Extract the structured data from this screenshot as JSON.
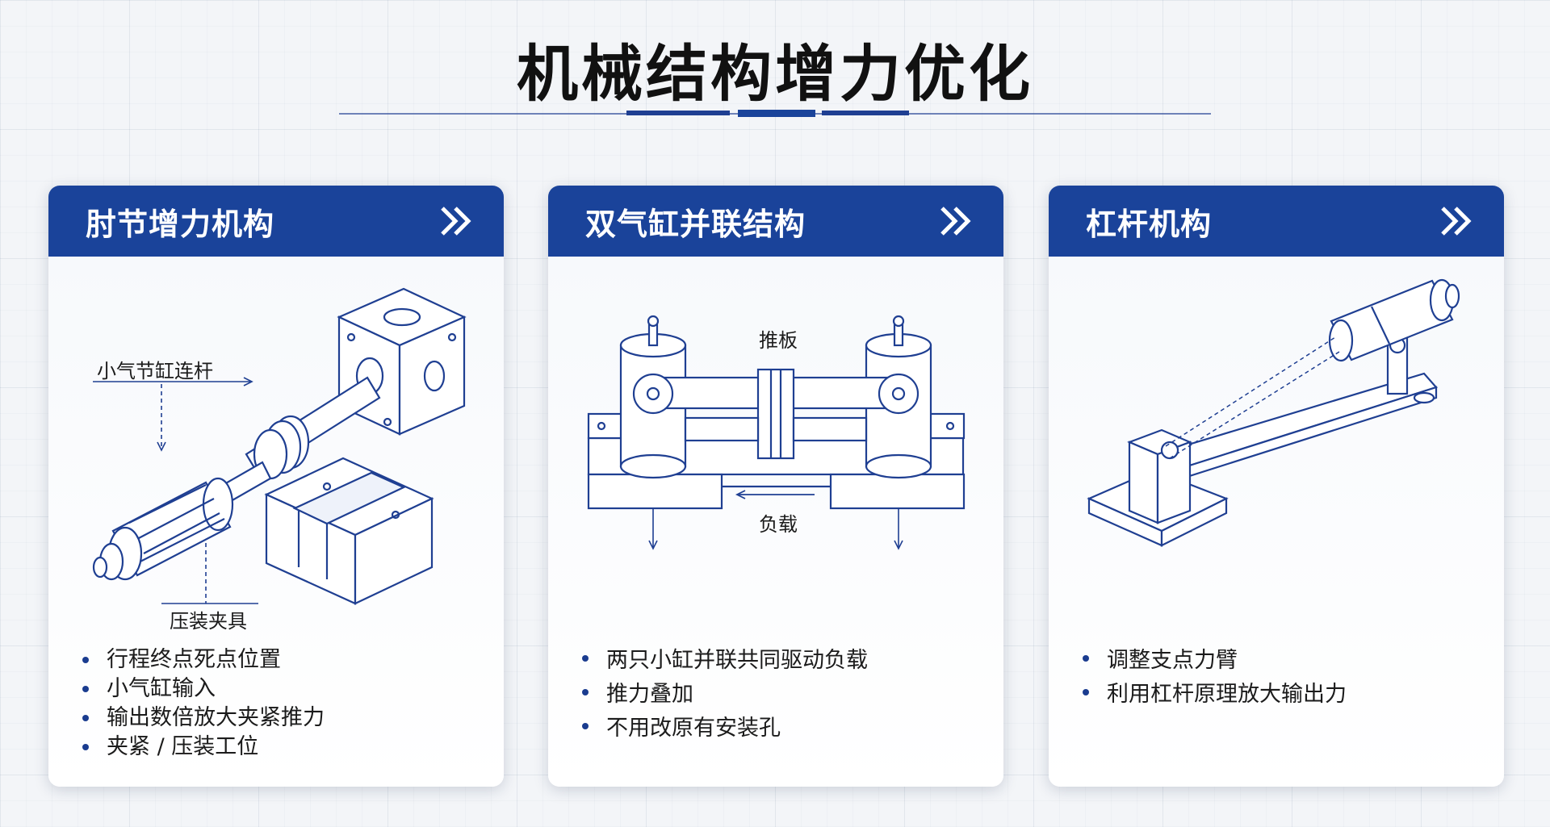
{
  "title": "机械结构增力优化",
  "colors": {
    "accent": "#1a439a",
    "line": "#1f3f92",
    "text": "#1b1b1b"
  },
  "cards": [
    {
      "title": "肘节增力机构",
      "icon": "double-chevron-right-icon",
      "labels": {
        "rod": "小气节缸连杆",
        "fixture": "压装夹具"
      },
      "bullets": [
        "行程终点死点位置",
        "小气缸输入",
        "输出数倍放大夹紧推力",
        "夹紧 / 压装工位"
      ]
    },
    {
      "title": "双气缸并联结构",
      "icon": "double-chevron-right-icon",
      "labels": {
        "plate": "推板",
        "load": "负载"
      },
      "bullets": [
        "两只小缸并联共同驱动负载",
        "推力叠加",
        "不用改原有安装孔"
      ]
    },
    {
      "title": "杠杆机构",
      "icon": "double-chevron-right-icon",
      "labels": {},
      "bullets": [
        "调整支点力臂",
        "利用杠杆原理放大输出力"
      ]
    }
  ]
}
